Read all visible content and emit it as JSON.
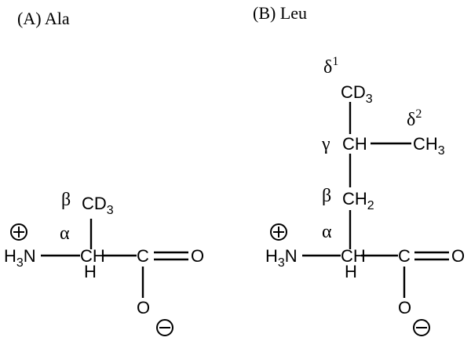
{
  "panels": [
    {
      "title": "(A) Ala",
      "atoms": {
        "beta": "β",
        "cd3": "CD",
        "cd3_sub": "3",
        "alpha": "α",
        "h3n": "H",
        "h3n_sub": "3",
        "h3n_n": "N",
        "ch": "CH",
        "h": "H",
        "c": "C",
        "o_double": "O",
        "o_single": "O"
      }
    },
    {
      "title": "(B) Leu",
      "atoms": {
        "delta1": "δ",
        "delta1_sup": "1",
        "cd3": "CD",
        "cd3_sub": "3",
        "delta2": "δ",
        "delta2_sup": "2",
        "gamma": "γ",
        "ch_gamma": "CH",
        "ch3": "CH",
        "ch3_sub": "3",
        "beta": "β",
        "ch2": "CH",
        "ch2_sub": "2",
        "alpha": "α",
        "h3n": "H",
        "h3n_sub": "3",
        "h3n_n": "N",
        "ch": "CH",
        "h": "H",
        "c": "C",
        "o_double": "O",
        "o_single": "O"
      }
    }
  ],
  "charges": {
    "positive": "plus-circle-icon",
    "negative": "minus-circle-icon"
  }
}
